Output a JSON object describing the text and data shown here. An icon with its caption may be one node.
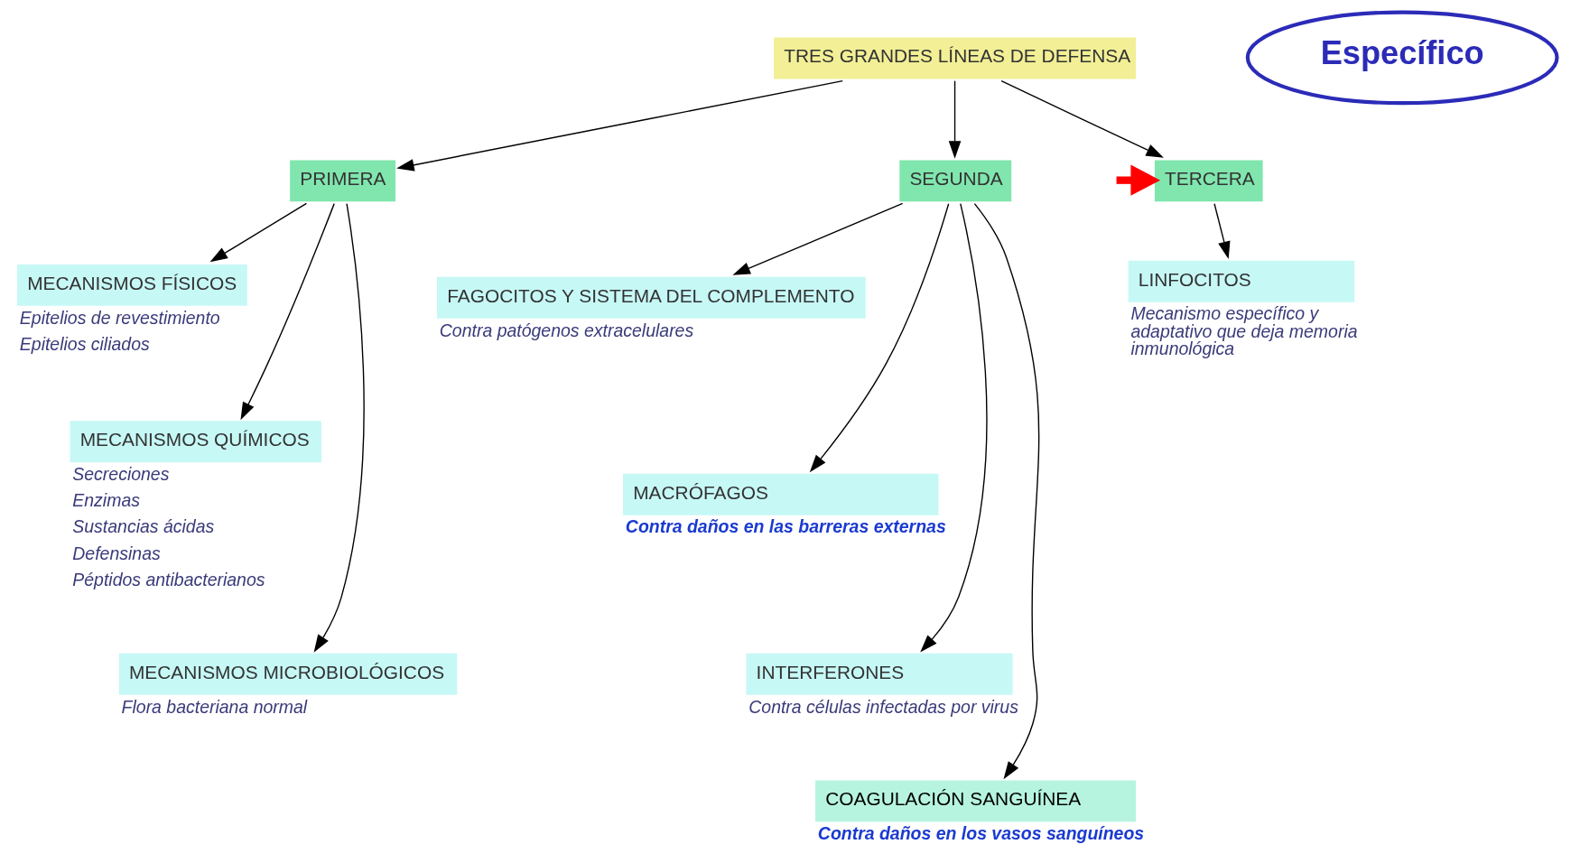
{
  "diagram": {
    "nodes": [
      {
        "text": [
          "TRES GRANDES LÍNEAS DE DEFENSA"
        ]
      },
      {
        "text": [
          "PRIMERA"
        ]
      },
      {
        "text": [
          "SEGUNDA"
        ]
      },
      {
        "text": [
          "TERCERA"
        ]
      },
      {
        "text": [
          "Específico"
        ]
      },
      {
        "text": [
          "MECANISMOS FÍSICOS"
        ],
        "beside": [
          "Epitelios de revestimiento",
          "Epitelios ciliados"
        ]
      },
      {
        "text": [
          "MECANISMOS QUÍMICOS"
        ],
        "beside": [
          "Secreciones",
          "Enzimas",
          "Sustancias ácidas",
          "Defensinas",
          "Péptidos antibacterianos"
        ]
      },
      {
        "text": [
          "MECANISMOS MICROBIOLÓGICOS"
        ],
        "beside": [
          "Flora bacteriana normal"
        ]
      },
      {
        "text": [
          "FAGOCITOS Y SISTEMA DEL COMPLEMENTO"
        ],
        "beside": [
          "Contra patógenos extracelulares"
        ]
      },
      {
        "text": [
          "MACRÓFAGOS"
        ],
        "beside": [
          "Contra daños en las barreras externas"
        ]
      },
      {
        "text": [
          "INTERFERONES"
        ],
        "beside": [
          "Contra células infectadas por virus"
        ]
      },
      {
        "text": [
          "COAGULACIÓN SANGUÍNEA"
        ],
        "beside": [
          "Contra daños en los vasos sanguíneos"
        ]
      },
      {
        "text": [
          "LINFOCITOS"
        ],
        "beside": [
          "Mecanismo específico y adaptativo que deja memoria inmunológica"
        ]
      }
    ],
    "edges": [
      {
        "from": 0,
        "to": 1,
        "arrow": "to"
      },
      {
        "from": 0,
        "to": 2,
        "arrow": "to"
      },
      {
        "from": 0,
        "to": 3,
        "arrow": "to"
      },
      {
        "from": 1,
        "to": 5,
        "arrow": "to"
      },
      {
        "from": 1,
        "to": 6,
        "arrow": "to"
      },
      {
        "from": 1,
        "to": 7,
        "arrow": "to"
      },
      {
        "from": 2,
        "to": 8,
        "arrow": "to"
      },
      {
        "from": 2,
        "to": 9,
        "arrow": "to"
      },
      {
        "from": 2,
        "to": 10,
        "arrow": "to"
      },
      {
        "from": 2,
        "to": 11,
        "arrow": "to"
      },
      {
        "from": 3,
        "to": 12,
        "arrow": "to"
      },
      {
        "from": null,
        "to": 3,
        "arrow": "to",
        "style": "thick",
        "color": "#ff0000"
      }
    ]
  }
}
